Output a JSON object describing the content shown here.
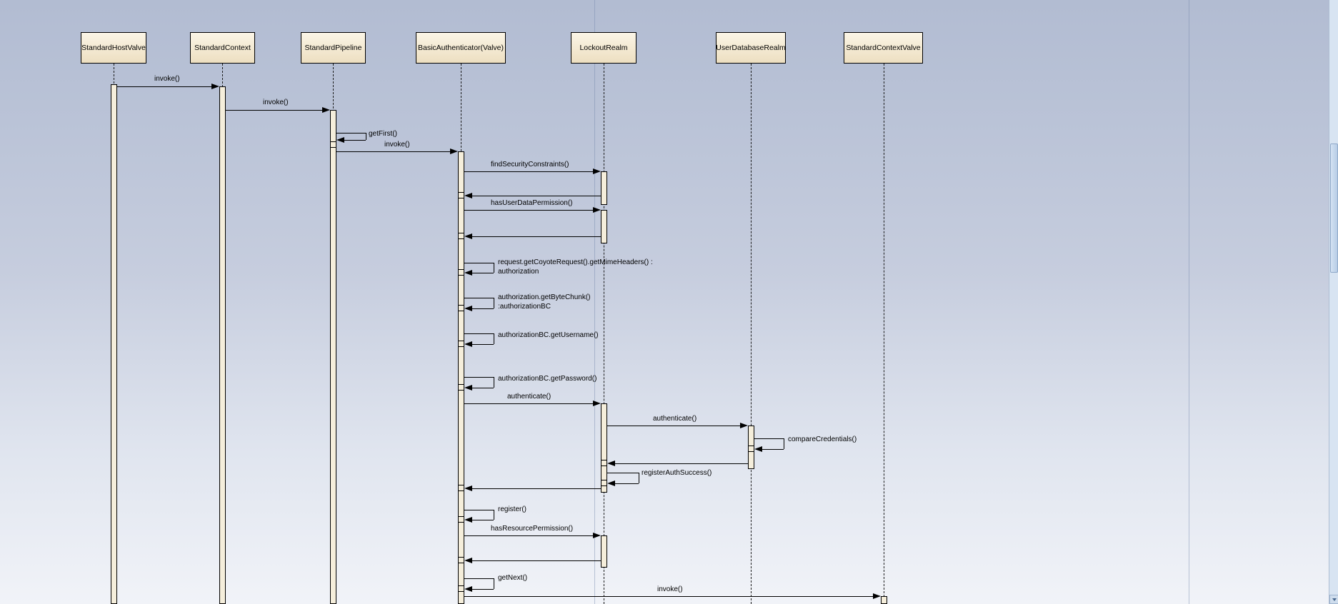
{
  "colors": {
    "background_top": "#b2bcd2",
    "background_bottom": "#f1f3f8",
    "box_fill": "#f5eedb",
    "line": "#000000"
  },
  "participants": [
    {
      "label": "StandardHostValve"
    },
    {
      "label": "StandardContext"
    },
    {
      "label": "StandardPipeline"
    },
    {
      "label": "BasicAuthenticator(Valve)"
    },
    {
      "label": "LockoutRealm"
    },
    {
      "label": "UserDatabaseRealm"
    },
    {
      "label": "StandardContextValve"
    }
  ],
  "messages": {
    "invoke1": "invoke()",
    "invoke2": "invoke()",
    "getFirst": "getFirst()",
    "invoke3": "invoke()",
    "findSecurityConstraints": "findSecurityConstraints()",
    "hasUserDataPermission": "hasUserDataPermission()",
    "getMimeHeadersLine1": "request.getCoyoteRequest().getMimeHeaders() :",
    "getMimeHeadersLine2": "authorization",
    "getByteChunkLine1": "authorization.getByteChunk()",
    "getByteChunkLine2": ":authorizationBC",
    "getUsername": "authorizationBC.getUsername()",
    "getPassword": "authorizationBC.getPassword()",
    "authenticate1": "authenticate()",
    "authenticate2": "authenticate()",
    "compareCredentials": "compareCredentials()",
    "registerAuthSuccess": "registerAuthSuccess()",
    "register": "register()",
    "hasResourcePermission": "hasResourcePermission()",
    "getNext": "getNext()",
    "invoke4": "invoke()"
  }
}
